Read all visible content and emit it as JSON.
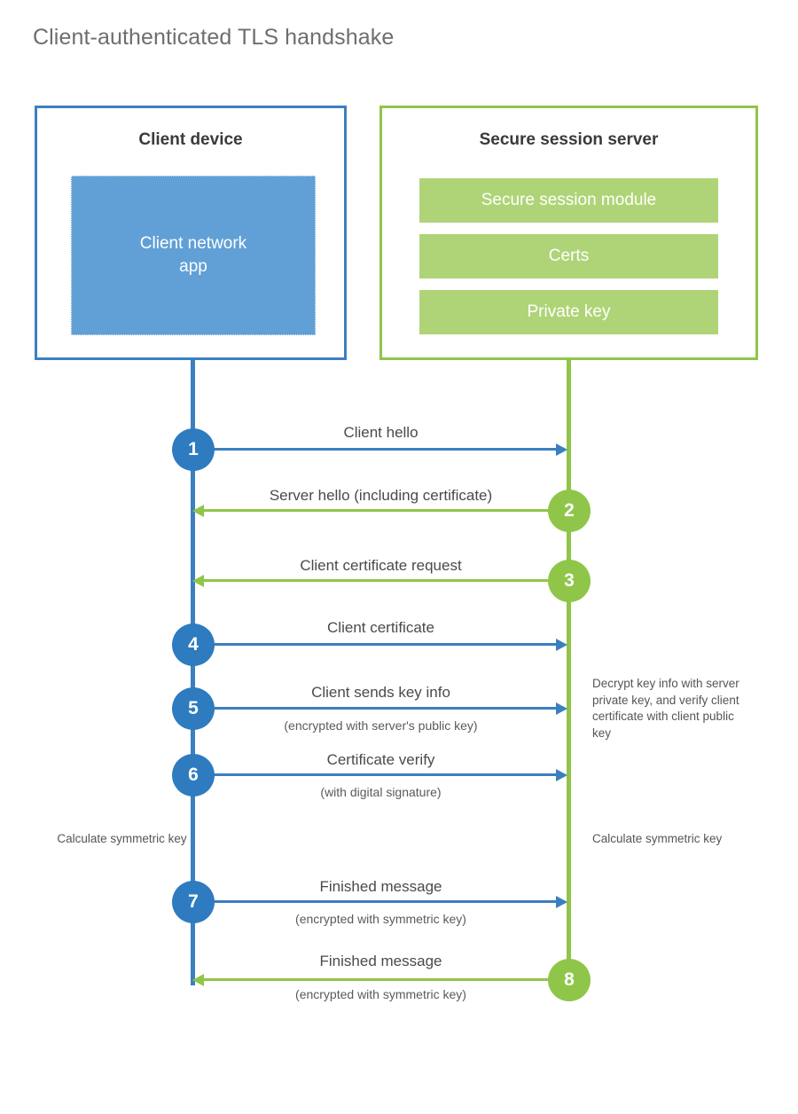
{
  "title": "Client-authenticated TLS handshake",
  "colors": {
    "client_blue": "#3c7fc0",
    "client_app_fill": "#61a0d6",
    "server_green": "#8fc649",
    "server_bar_fill": "#afd477",
    "step_blue": "#2e7bbf",
    "title_gray": "#6e6e6e",
    "label_gray": "#4a4a4a"
  },
  "client": {
    "title": "Client device",
    "app_label": "Client network\napp"
  },
  "server": {
    "title": "Secure session server",
    "bars": [
      {
        "label": "Secure session module"
      },
      {
        "label": "Certs"
      },
      {
        "label": "Private key"
      }
    ]
  },
  "messages": [
    {
      "number": "1",
      "label": "Client hello",
      "sublabel": "",
      "direction": "client-to-server",
      "color": "blue"
    },
    {
      "number": "2",
      "label": "Server hello (including certificate)",
      "sublabel": "",
      "direction": "server-to-client",
      "color": "green"
    },
    {
      "number": "3",
      "label": "Client certificate request",
      "sublabel": "",
      "direction": "server-to-client",
      "color": "green"
    },
    {
      "number": "4",
      "label": "Client certificate",
      "sublabel": "",
      "direction": "client-to-server",
      "color": "blue"
    },
    {
      "number": "5",
      "label": "Client sends key info",
      "sublabel": "(encrypted with server's public key)",
      "direction": "client-to-server",
      "color": "blue"
    },
    {
      "number": "6",
      "label": "Certificate verify",
      "sublabel": "(with digital signature)",
      "direction": "client-to-server",
      "color": "blue"
    },
    {
      "number": "7",
      "label": "Finished message",
      "sublabel": "(encrypted with symmetric key)",
      "direction": "client-to-server",
      "color": "blue"
    },
    {
      "number": "8",
      "label": "Finished message",
      "sublabel": "(encrypted with symmetric key)",
      "direction": "server-to-client",
      "color": "green"
    }
  ],
  "notes": {
    "server_decrypt": "Decrypt key info with server private key, and verify client certificate with client public key",
    "client_calculate": "Calculate symmetric key",
    "server_calculate": "Calculate symmetric key"
  }
}
